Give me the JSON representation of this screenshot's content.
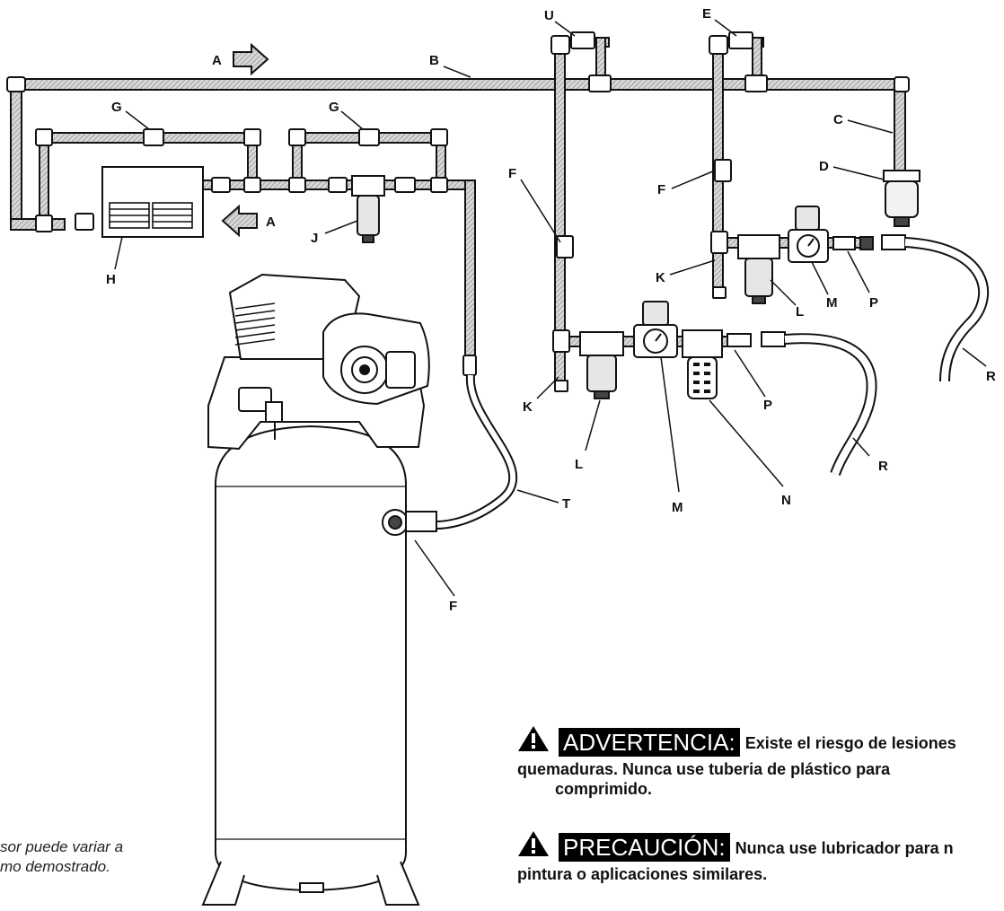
{
  "labels": {
    "A_top": "A",
    "A_side": "A",
    "B": "B",
    "C": "C",
    "D": "D",
    "E": "E",
    "F_upper": "F",
    "F_mid": "F",
    "F_tank": "F",
    "G_left": "G",
    "G_right": "G",
    "H": "H",
    "J": "J",
    "K_upper": "K",
    "K_lower": "K",
    "L_upper": "L",
    "L_lower": "L",
    "M_upper": "M",
    "M_lower": "M",
    "N": "N",
    "P_upper": "P",
    "P_lower": "P",
    "R_upper": "R",
    "R_lower": "R",
    "T": "T",
    "U": "U"
  },
  "warning": {
    "badge": "ADVERTENCIA:",
    "line1": "Existe el riesgo de lesiones",
    "line2": "quemaduras. Nunca use tuberia de plástico para",
    "line3": "comprimido."
  },
  "caution": {
    "badge": "PRECAUCIÓN:",
    "line1": "Nunca use lubricador para n",
    "line2": "pintura o aplicaciones similares."
  },
  "note": {
    "line1": "sor puede variar a",
    "line2": "mo demostrado."
  },
  "colors": {
    "ink": "#111111",
    "pipe_fill": "#bdbdbd",
    "panel": "#000000"
  }
}
